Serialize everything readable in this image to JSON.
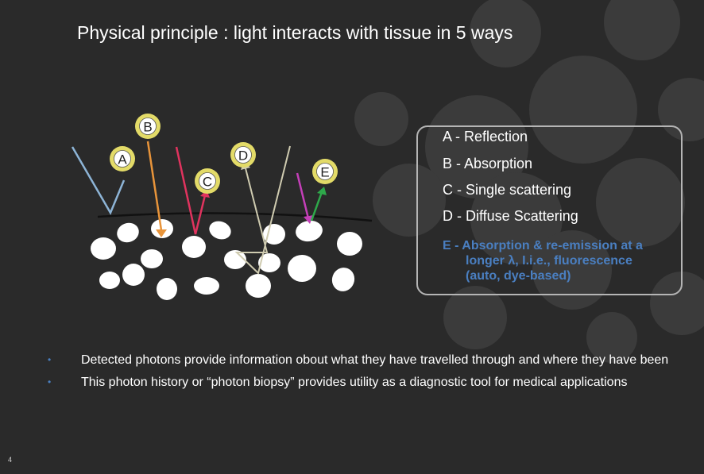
{
  "slide": {
    "title": "Physical principle : light interacts with tissue in 5 ways",
    "page_number": "4"
  },
  "diagram": {
    "markers": [
      {
        "letter": "A"
      },
      {
        "letter": "B"
      },
      {
        "letter": "C"
      },
      {
        "letter": "D"
      },
      {
        "letter": "E"
      }
    ]
  },
  "legend": {
    "items": [
      "A - Reflection",
      "B - Absorption",
      "C - Single scattering",
      "D - Diffuse Scattering"
    ],
    "highlight": {
      "line1": "E - Absorption & re-emission at a",
      "line2": "longer λ, I.i.e., fluorescence",
      "line3": "(auto, dye-based)"
    }
  },
  "bullets": [
    "Detected photons provide information obout what they have travelled through and where they have been",
    "This photon history or “photon biopsy” provides utility as a diagnostic tool for medical applications"
  ],
  "colors": {
    "background": "#2a2a2a",
    "marker_ring": "#e3db68",
    "accent_blue": "#4a7fc1",
    "ray_A": "#8db4d6",
    "ray_B": "#e8943a",
    "ray_C": "#e0335e",
    "ray_D": "#cfcbb0",
    "ray_E_in": "#c43fb8",
    "ray_E_out": "#2ea84a"
  }
}
